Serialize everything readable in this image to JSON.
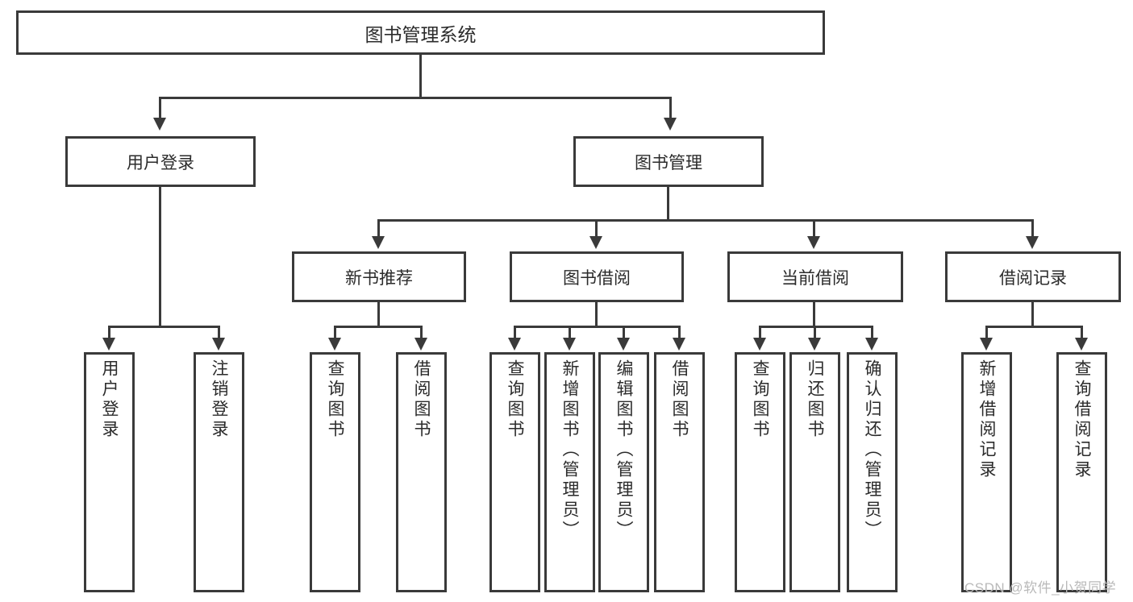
{
  "diagram": {
    "title": "图书管理系统",
    "root": {
      "label": "图书管理系统"
    },
    "level1": [
      {
        "label": "用户登录"
      },
      {
        "label": "图书管理"
      }
    ],
    "level2": [
      {
        "label": "新书推荐"
      },
      {
        "label": "图书借阅"
      },
      {
        "label": "当前借阅"
      },
      {
        "label": "借阅记录"
      }
    ],
    "leaves": {
      "user_login": [
        {
          "label": "用户登录"
        },
        {
          "label": "注销登录"
        }
      ],
      "new_book_recommend": [
        {
          "label": "查询图书"
        },
        {
          "label": "借阅图书"
        }
      ],
      "book_borrow": [
        {
          "label": "查询图书"
        },
        {
          "label": "新增图书（管理员）"
        },
        {
          "label": "编辑图书（管理员）"
        },
        {
          "label": "借阅图书"
        }
      ],
      "current_borrow": [
        {
          "label": "查询图书"
        },
        {
          "label": "归还图书"
        },
        {
          "label": "确认归还（管理员）"
        }
      ],
      "borrow_record": [
        {
          "label": "新增借阅记录"
        },
        {
          "label": "查询借阅记录"
        }
      ]
    }
  },
  "watermark": {
    "text": "CSDN @软件_小贺同学"
  },
  "colors": {
    "stroke": "#3a3a3a",
    "text": "#2b2b2b",
    "background": "#ffffff",
    "watermark": "#b9b9b9"
  }
}
